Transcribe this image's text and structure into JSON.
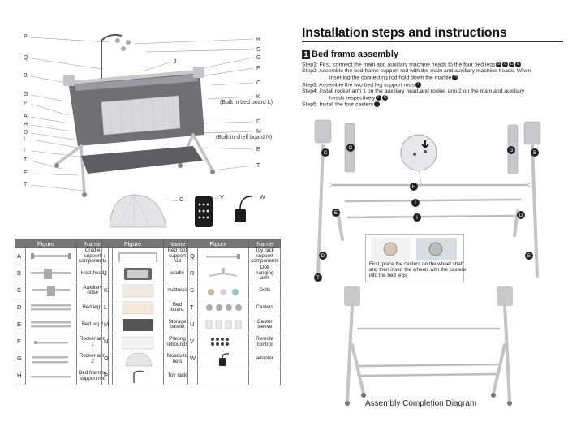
{
  "callouts_left": [
    "P",
    "Q",
    "B",
    "G",
    "F",
    "A",
    "H",
    "D",
    "I",
    "I",
    "T",
    "E",
    "T"
  ],
  "callouts_right": [
    "R",
    "S",
    "G",
    "F",
    "C",
    "K",
    "D",
    "M",
    "E",
    "T"
  ],
  "callout_j": "J",
  "callout_k_note": "(Built in bed board L)",
  "callout_m_note": "(Built in shelf board N)",
  "accessory_labels": [
    "O",
    "V",
    "W"
  ],
  "parts_table": {
    "headers": [
      "Figure",
      "Name"
    ],
    "columns": [
      [
        {
          "code": "A",
          "name": "Cradle support components"
        },
        {
          "code": "B",
          "name": "Host head"
        },
        {
          "code": "C",
          "name": "Auxiliary nose"
        },
        {
          "code": "D",
          "name": "Bed leg1"
        },
        {
          "code": "E",
          "name": "Bed leg 2"
        },
        {
          "code": "F",
          "name": "Rocker arm 1"
        },
        {
          "code": "G",
          "name": "Rocker arm 2"
        },
        {
          "code": "H",
          "name": "Bed framme support rod"
        }
      ],
      [
        {
          "code": "I",
          "name": "Bed foot support rod"
        },
        {
          "code": "J",
          "name": "cradle"
        },
        {
          "code": "K",
          "name": "mattress"
        },
        {
          "code": "L",
          "name": "Bed board"
        },
        {
          "code": "M",
          "name": "Storage basket"
        },
        {
          "code": "N",
          "name": "Placing rebounds"
        },
        {
          "code": "O",
          "name": "Mosquito nets"
        },
        {
          "code": "P",
          "name": "Toy rack"
        }
      ],
      [
        {
          "code": "Q",
          "name": "Toy rack support components"
        },
        {
          "code": "R",
          "name": "Doll hanging arm"
        },
        {
          "code": "S",
          "name": "Dolls"
        },
        {
          "code": "T",
          "name": "Casters"
        },
        {
          "code": "U",
          "name": "Castor sleeve"
        },
        {
          "code": "V",
          "name": "Remote control"
        },
        {
          "code": "W",
          "name": "adapter"
        },
        {
          "code": "",
          "name": ""
        }
      ]
    ]
  },
  "title": "Installation steps and instructions",
  "section": {
    "number": "1",
    "title": "Bed frame assembly"
  },
  "steps": {
    "s1": "Step1: First, connect the main and auxiliary machine heads to the four bed legs",
    "s1_badges": [
      "B",
      "C",
      "D",
      "E"
    ],
    "s2": "Step2: Assemble the bed frame support rod with the main and auxiliary machine heads. When",
    "s2_cont": "inserting the connecting rod hold down the marble",
    "s2_badge": "H",
    "s3": "Step3: Assemble the two bed leg support rods",
    "s3_badge": "I",
    "s4": "Step4: install rocker arm 1 on the auxiliary head,and rocker arm 2 on the main and auxiliary",
    "s4_cont": "heads respectively",
    "s4_badges": [
      "F",
      "G"
    ],
    "s5": "Step5: Install the four casters",
    "s5_badge": "T"
  },
  "diagram_badges": [
    "C",
    "G",
    "G",
    "B",
    "H",
    "I",
    "I",
    "E",
    "D",
    "D",
    "E",
    "T"
  ],
  "note": "First, place the casters on the wheel shaft and then insert the wheels with the casters into the bed legs",
  "completion_label": "Assembly Completion Diagram",
  "colors": {
    "frame": "#c8c8cc",
    "fabric": "#6b6b70",
    "header": "#777777",
    "badge": "#222222"
  }
}
